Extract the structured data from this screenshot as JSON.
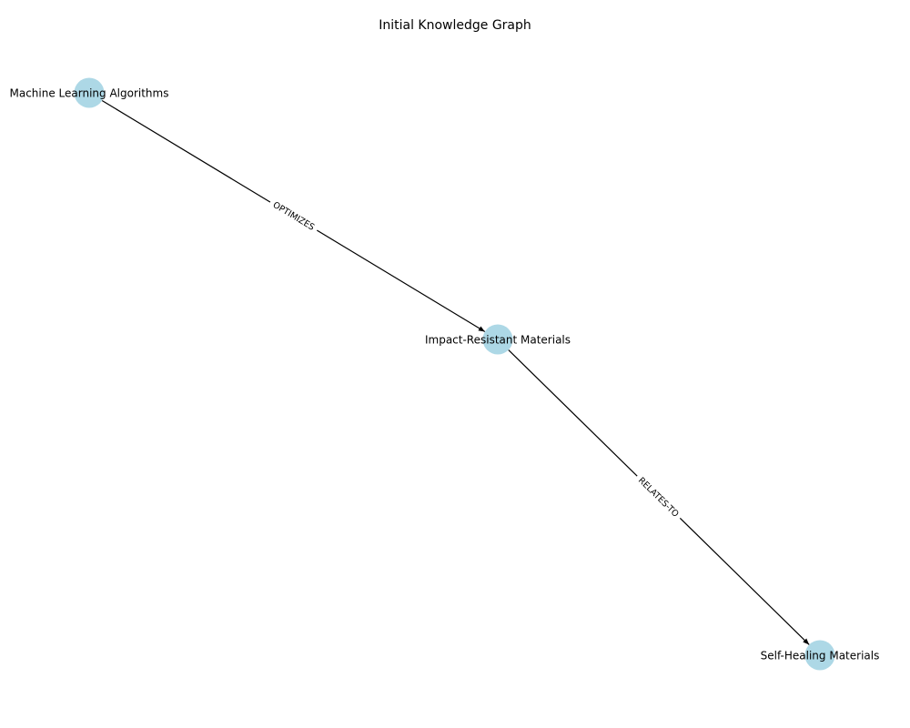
{
  "title": "Initial Knowledge Graph",
  "colors": {
    "node_fill": "#add8e6",
    "edge": "#000000",
    "background": "#ffffff"
  },
  "nodes": [
    {
      "id": "ml",
      "label": "Machine Learning Algorithms"
    },
    {
      "id": "irm",
      "label": "Impact-Resistant Materials"
    },
    {
      "id": "shm",
      "label": "Self-Healing Materials"
    }
  ],
  "edges": [
    {
      "source": "ml",
      "target": "irm",
      "label": "OPTIMIZES"
    },
    {
      "source": "irm",
      "target": "shm",
      "label": "RELATES-TO"
    }
  ]
}
